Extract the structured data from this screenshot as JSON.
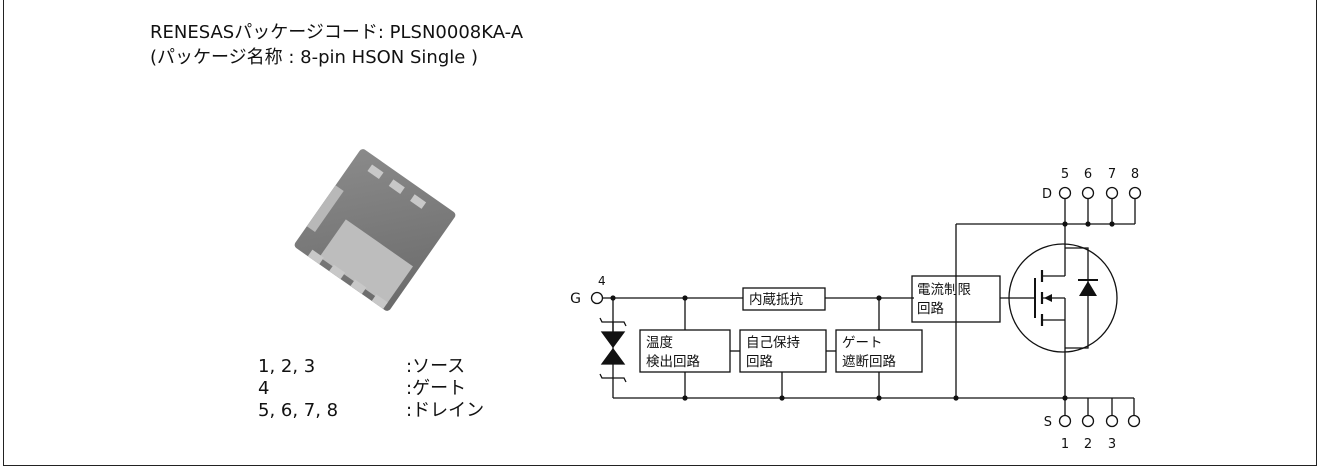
{
  "header": {
    "line1": "RENESASパッケージコード: PLSN0008KA-A",
    "line2": "(パッケージ名称 : 8-pin HSON Single )"
  },
  "pinout": [
    {
      "pins": "1, 2, 3",
      "name": ":ソース"
    },
    {
      "pins": "4",
      "name": ":ゲート"
    },
    {
      "pins": "5, 6, 7, 8",
      "name": ":ドレイン"
    }
  ],
  "circuit": {
    "gate_label": "G",
    "drain_label": "D",
    "source_label": "S",
    "gate_pin": "4",
    "drain_pins": [
      "5",
      "6",
      "7",
      "8"
    ],
    "source_pins": [
      "1",
      "2",
      "3"
    ],
    "blocks": {
      "internal_resistor": "内蔵抵抗",
      "temp_detect_l1": "温度",
      "temp_detect_l2": "検出回路",
      "self_hold_l1": "自己保持",
      "self_hold_l2": "回路",
      "gate_cutoff_l1": "ゲート",
      "gate_cutoff_l2": "遮断回路",
      "current_limit_l1": "電流制限",
      "current_limit_l2": "回路"
    }
  }
}
